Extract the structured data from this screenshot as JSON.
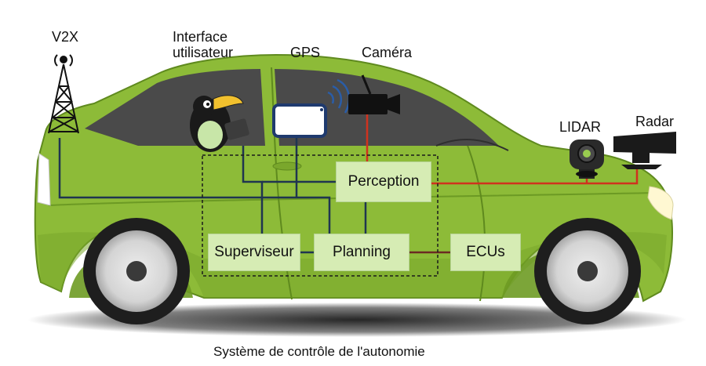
{
  "labels": {
    "v2x": "V2X",
    "interface": "Interface\nutilisateur",
    "gps": "GPS",
    "camera": "Caméra",
    "lidar": "LIDAR",
    "radar": "Radar"
  },
  "modules": {
    "perception": "Perception",
    "superviseur": "Superviseur",
    "planning": "Planning",
    "ecus": "ECUs"
  },
  "caption": "Système de contrôle de l'autonomie",
  "colors": {
    "car_body": "#8dbb38",
    "module_fill": "#d6ecb4",
    "sensor_link": "#d0321e",
    "control_link": "#1f3550",
    "ecu_link": "#6b2a22"
  },
  "icons": [
    "antenna-tower-icon",
    "toucan-mascot-icon",
    "gps-screen-icon",
    "camera-icon",
    "lidar-icon",
    "radar-icon",
    "wifi-signal-icon"
  ]
}
